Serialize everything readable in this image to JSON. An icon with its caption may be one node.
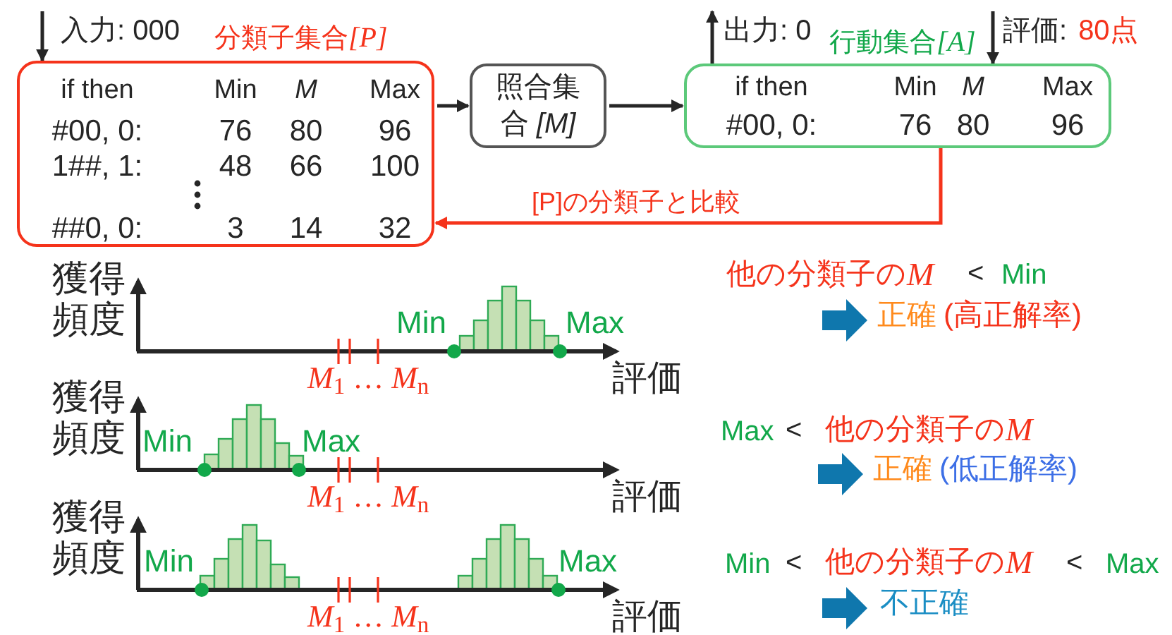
{
  "diagram": {
    "nodes": [
      {
        "text": [
          "分類子集合",
          "[P]",
          "if then",
          "Min",
          "*M*",
          "Max",
          "#00, 0:",
          "76",
          "80",
          "96",
          "1##, 1:",
          "48",
          "66",
          "100",
          "##0, 0:",
          "3",
          "14",
          "32"
        ]
      },
      {
        "text": [
          "照合集合 *[M]*"
        ]
      },
      {
        "text": [
          "行動集合",
          "[A]",
          "if then",
          "Min",
          "*M*",
          "Max",
          "#00, 0:",
          "76",
          "80",
          "96"
        ]
      },
      {
        "text": [
          "入力: 000"
        ]
      },
      {
        "text": [
          "出力: 0"
        ]
      },
      {
        "text": [
          "評価:",
          "80点"
        ]
      }
    ],
    "edges": [
      {
        "from": 3,
        "to": 0,
        "arrow": "to"
      },
      {
        "from": 0,
        "to": 1,
        "arrow": "to"
      },
      {
        "from": 1,
        "to": 2,
        "arrow": "to"
      },
      {
        "from": 2,
        "to": 4,
        "arrow": "to"
      },
      {
        "from": 5,
        "to": 2,
        "arrow": "to"
      },
      {
        "from": 2,
        "to": 0,
        "arrow": "to",
        "label": "[P]の分類子と比較",
        "color": "#f5331b"
      }
    ],
    "labels": [
      "獲得頻度",
      "Min",
      "Max",
      "*M*$_{1}$ … *M*$_{n}$",
      "評価",
      "他の分類子の",
      "M",
      "<",
      "Min",
      "正確",
      "(高正解率)",
      "獲得頻度",
      "Min",
      "Max",
      "*M*$_{1}$ … *M*$_{n}$",
      "評価",
      "Max",
      "<",
      "他の分類子の",
      "M",
      "正確",
      "(低正解率)",
      "獲得頻度",
      "Min",
      "Max",
      "*M*$_{1}$ … *M*$_{n}$",
      "評価",
      "Min",
      "<",
      "他の分類子の",
      "M",
      "<",
      "Max",
      "不正確"
    ]
  }
}
